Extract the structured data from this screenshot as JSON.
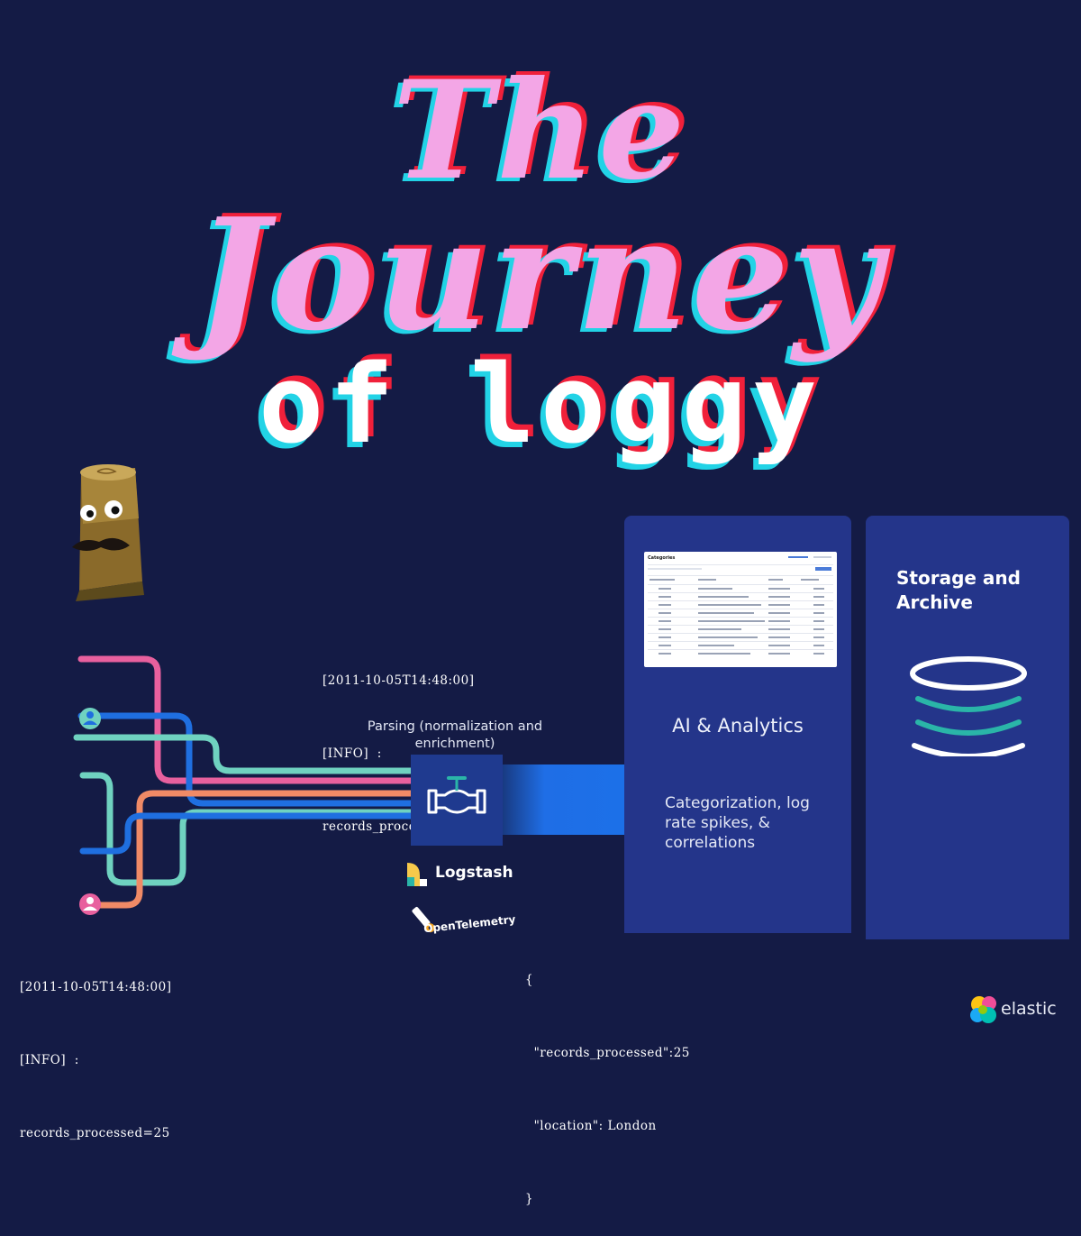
{
  "title": {
    "line1": "The",
    "line2": "Journey",
    "line3": "of loggy"
  },
  "logs": {
    "top": [
      "[2011-10-05T14:48:00]",
      "[INFO]  :",
      "records_processed=25"
    ],
    "bottom": [
      "[2011-10-05T14:48:00]",
      "[INFO]  :",
      "records_processed=25"
    ],
    "json": [
      "{",
      "  \"records_processed\":25",
      "  \"location\": London",
      "}"
    ]
  },
  "parser": {
    "label": "Parsing (normalization and enrichment)"
  },
  "logos": {
    "logstash": "Logstash",
    "opentelemetry": "OpenTelemetry",
    "elastic": "elastic"
  },
  "panels": {
    "ai": {
      "title": "AI & Analytics",
      "description": "Categorization, log rate spikes, & correlations",
      "screenshot_title": "Categories"
    },
    "storage": {
      "title": "Storage and Archive"
    }
  },
  "colors": {
    "background": "#141b45",
    "panel": "#24358a",
    "title_pink": "#f3a6e6",
    "title_cyan": "#22d3e6",
    "title_red": "#f0203a",
    "pipe_pink": "#e8609e",
    "pipe_blue": "#1f6fe0",
    "pipe_mint": "#6fd2c0",
    "pipe_orange": "#f08a66",
    "db_teal": "#2ab5a8"
  }
}
